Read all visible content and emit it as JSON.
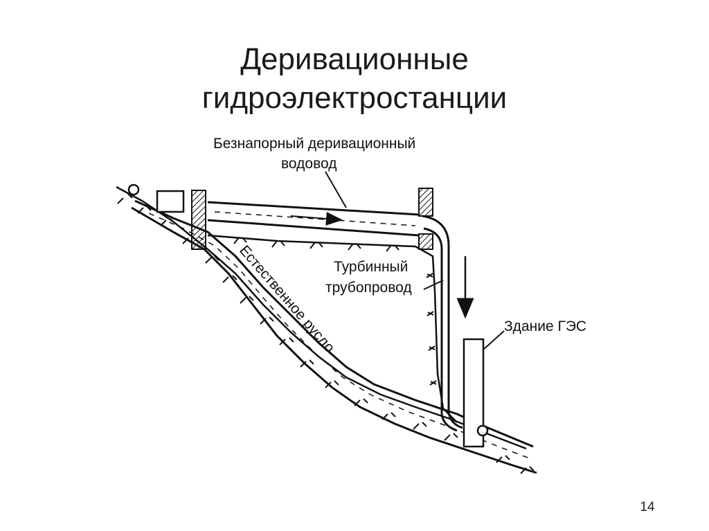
{
  "slide": {
    "title_line1": "Деривационные",
    "title_line2": "гидроэлектростанции",
    "page_number": "14"
  },
  "diagram": {
    "label_derivation_line1": "Безнапорный деривационный",
    "label_derivation_line2": "водовод",
    "label_penstock_line1": "Турбинный",
    "label_penstock_line2": "трубопровод",
    "label_river": "Естественное русло",
    "label_plant": "Здание ГЭС"
  }
}
